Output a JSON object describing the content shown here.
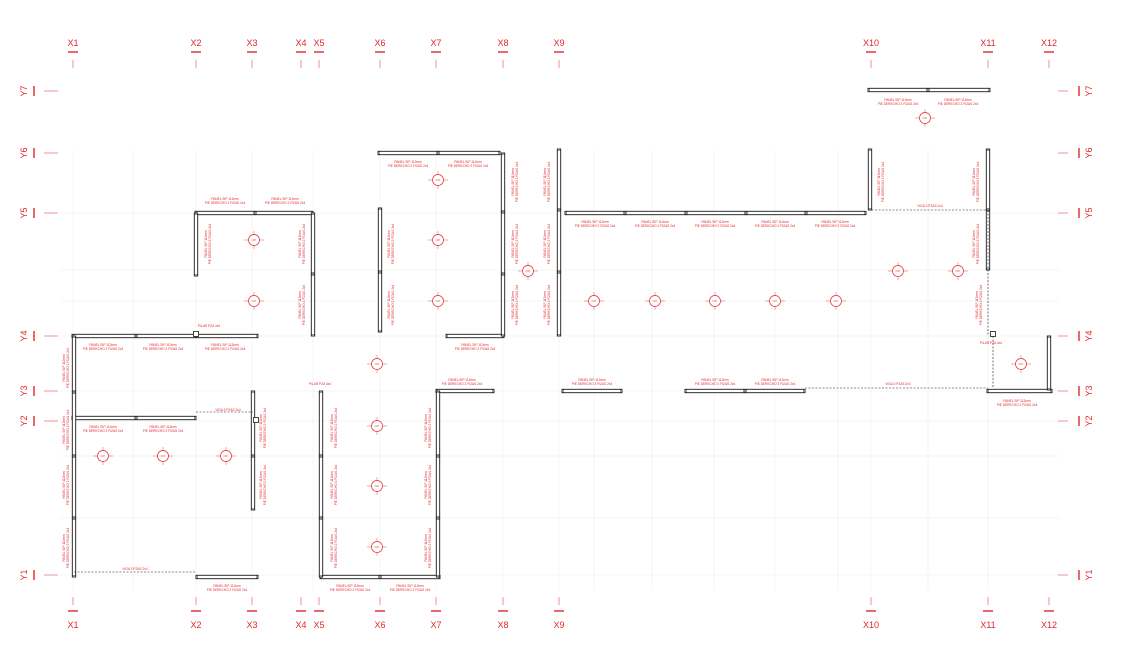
{
  "drawing": {
    "accent_color": "#e3262b",
    "wall_color": "#1a1a1a",
    "x_axes": [
      "X1",
      "X2",
      "X3",
      "X4",
      "X5",
      "X6",
      "X7",
      "X8",
      "X9",
      "X10",
      "X11",
      "X12"
    ],
    "y_axes": [
      "Y7",
      "Y6",
      "Y5",
      "Y4",
      "Y3",
      "Y2",
      "Y1"
    ],
    "panel_label_line1": "PANEL SIP 112mm",
    "panel_label_line2": "PIE DERECHO 2 FIZAS 2x4",
    "beam_label": "VIGA 3 PZAS 2x4",
    "column_label": "PILAR PZA 4x4",
    "room_marker": "N.P."
  }
}
